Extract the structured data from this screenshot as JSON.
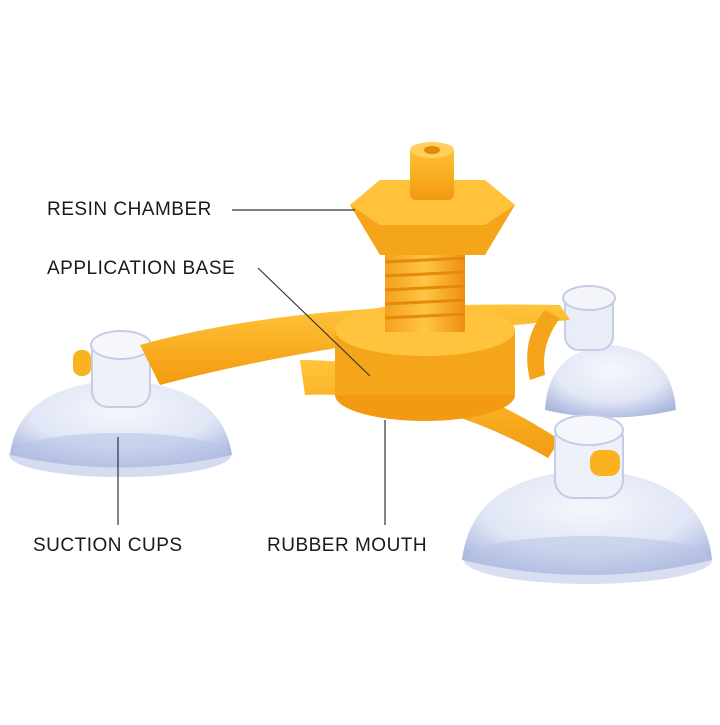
{
  "labels": {
    "resin_chamber": "RESIN CHAMBER",
    "application_base": "APPLICATION BASE",
    "suction_cups": "SUCTION CUPS",
    "rubber_mouth": "RUBBER MOUTH"
  },
  "colors": {
    "background": "#ffffff",
    "plastic": "#fbb221",
    "plastic_dark": "#f09a10",
    "suction_cup": "#c9d4f0",
    "leader_line": "#333333"
  }
}
